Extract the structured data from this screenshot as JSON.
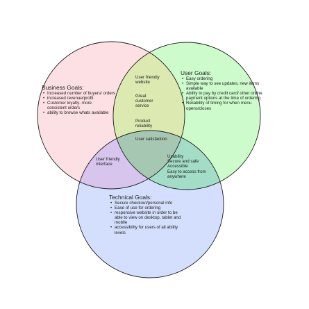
{
  "colors": {
    "business": "#fde0e3",
    "user": "#cdfbcc",
    "technical": "#d3dffc",
    "business_user": "#dce9b0",
    "business_technical": "#d8c5ee",
    "user_technical": "#a4ddc7",
    "center": "#a6c7b2",
    "outline": "#1a1a1a"
  },
  "business": {
    "title": "Business Goals:",
    "items": [
      "Increased number of buyers/ orders",
      "increased revenue/profit",
      "Customer loyalty- more consistent orders",
      "ability to browse whats available"
    ]
  },
  "user": {
    "title": "User Goals:",
    "items": [
      "Easy ordering",
      "Simple way to see updates, new items available",
      "Ability to pay by credit card/ other online payment options at the time of ordering",
      "Reliability of timing for when menu opens/closes"
    ]
  },
  "technical": {
    "title": "Technical Goals:",
    "items": [
      "Secure checkout/personal info",
      "Ease of use for ordering",
      "responsive website in order to be able to view on desktop, tablet and mobile",
      "accessibility for users of all ability levels"
    ]
  },
  "business_user": {
    "l1": "User friendly website",
    "l2": "Great customer service",
    "l3": "Product reliability"
  },
  "business_technical": {
    "l1": "User friendly interface"
  },
  "user_technical": {
    "l1": "Usability",
    "l2": "Secure and safe",
    "l3": "Accessible",
    "l4": "Easy to access from anywhere"
  },
  "center": {
    "l1": "User satisfaction"
  }
}
